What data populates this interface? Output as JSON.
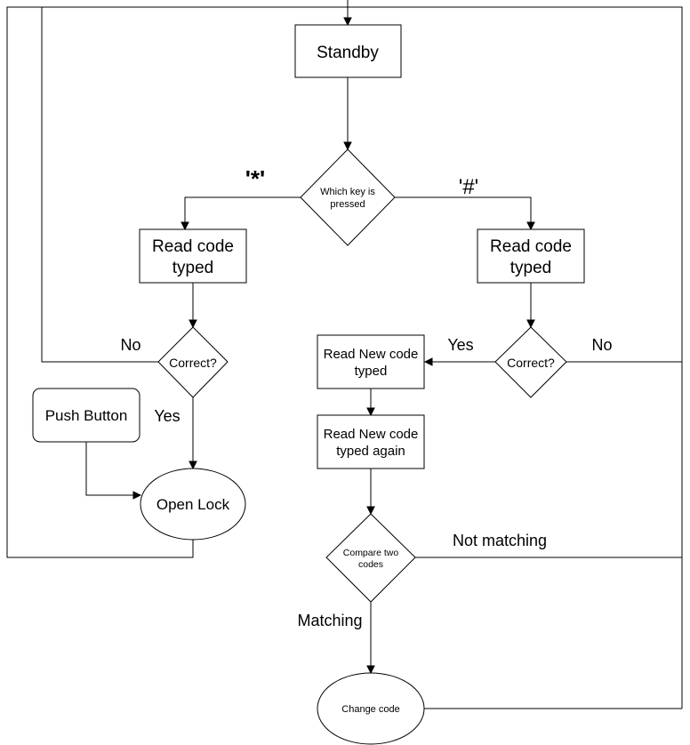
{
  "nodes": {
    "standby": "Standby",
    "which_key_1": "Which key is",
    "which_key_2": "pressed",
    "read_left_1": "Read code",
    "read_left_2": "typed",
    "read_right_1": "Read code",
    "read_right_2": "typed",
    "correct_left": "Correct?",
    "correct_right": "Correct?",
    "push_button": "Push Button",
    "open_lock": "Open Lock",
    "read_new_1": "Read New code",
    "read_new_2": "typed",
    "read_again_1": "Read New code",
    "read_again_2": "typed again",
    "compare_1": "Compare two",
    "compare_2": "codes",
    "change_code": "Change code"
  },
  "edge_labels": {
    "star": "'*'",
    "hash": "'#'",
    "no_left": "No",
    "yes_left": "Yes",
    "yes_right": "Yes",
    "no_right": "No",
    "not_matching": "Not matching",
    "matching": "Matching"
  }
}
